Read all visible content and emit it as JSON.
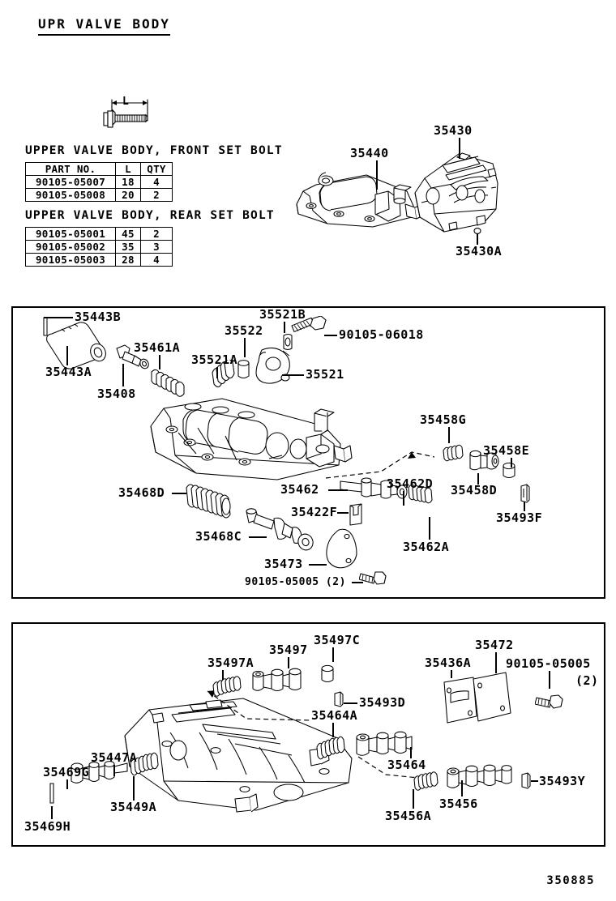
{
  "document": {
    "title": "UPR VALVE BODY",
    "page_code": "350885"
  },
  "bolt_specs": [
    {
      "heading": "UPPER VALVE BODY, FRONT SET BOLT",
      "columns": [
        "PART NO.",
        "L",
        "QTY"
      ],
      "show_header_row": true,
      "rows": [
        [
          "90105-05007",
          "18",
          "4"
        ],
        [
          "90105-05008",
          "20",
          "2"
        ]
      ]
    },
    {
      "heading": "UPPER VALVE BODY, REAR SET BOLT",
      "columns": [
        "PART NO.",
        "L",
        "QTY"
      ],
      "show_header_row": false,
      "rows": [
        [
          "90105-05001",
          "45",
          "2"
        ],
        [
          "90105-05002",
          "35",
          "3"
        ],
        [
          "90105-05003",
          "28",
          "4"
        ]
      ]
    }
  ],
  "bolt_dimension_label": "L",
  "top_section": {
    "callouts": [
      {
        "id": "c-35440",
        "text": "35440"
      },
      {
        "id": "c-35430",
        "text": "35430"
      },
      {
        "id": "c-35430a",
        "text": "35430A"
      }
    ]
  },
  "middle_section": {
    "callouts": [
      {
        "id": "c-35443b",
        "text": "35443B"
      },
      {
        "id": "c-35443a",
        "text": "35443A"
      },
      {
        "id": "c-35408",
        "text": "35408"
      },
      {
        "id": "c-35461a",
        "text": "35461A"
      },
      {
        "id": "c-35521a",
        "text": "35521A"
      },
      {
        "id": "c-35522",
        "text": "35522"
      },
      {
        "id": "c-35521b",
        "text": "35521B"
      },
      {
        "id": "c-90105-06018",
        "text": "90105-06018"
      },
      {
        "id": "c-35521",
        "text": "35521"
      },
      {
        "id": "c-35458g",
        "text": "35458G"
      },
      {
        "id": "c-35458e",
        "text": "35458E"
      },
      {
        "id": "c-35458d",
        "text": "35458D"
      },
      {
        "id": "c-35493f",
        "text": "35493F"
      },
      {
        "id": "c-35468d",
        "text": "35468D"
      },
      {
        "id": "c-35468c",
        "text": "35468C"
      },
      {
        "id": "c-35462",
        "text": "35462"
      },
      {
        "id": "c-35462d",
        "text": "35462D"
      },
      {
        "id": "c-35462a",
        "text": "35462A"
      },
      {
        "id": "c-35422f",
        "text": "35422F"
      },
      {
        "id": "c-35473",
        "text": "35473"
      },
      {
        "id": "c-90105-05005-2",
        "text": "90105-05005 (2)"
      }
    ]
  },
  "bottom_section": {
    "callouts": [
      {
        "id": "c-35497a",
        "text": "35497A"
      },
      {
        "id": "c-35497",
        "text": "35497"
      },
      {
        "id": "c-35497c",
        "text": "35497C"
      },
      {
        "id": "c-35493d",
        "text": "35493D"
      },
      {
        "id": "c-35436a",
        "text": "35436A"
      },
      {
        "id": "c-35472",
        "text": "35472"
      },
      {
        "id": "c-90105-05005",
        "text": "90105-05005"
      },
      {
        "id": "c-qty2",
        "text": "(2)"
      },
      {
        "id": "c-35464a",
        "text": "35464A"
      },
      {
        "id": "c-35464",
        "text": "35464"
      },
      {
        "id": "c-35447a",
        "text": "35447A"
      },
      {
        "id": "c-35469g",
        "text": "35469G"
      },
      {
        "id": "c-35449a",
        "text": "35449A"
      },
      {
        "id": "c-35469h",
        "text": "35469H"
      },
      {
        "id": "c-35456a",
        "text": "35456A"
      },
      {
        "id": "c-35456",
        "text": "35456"
      },
      {
        "id": "c-35493y",
        "text": "35493Y"
      }
    ]
  }
}
